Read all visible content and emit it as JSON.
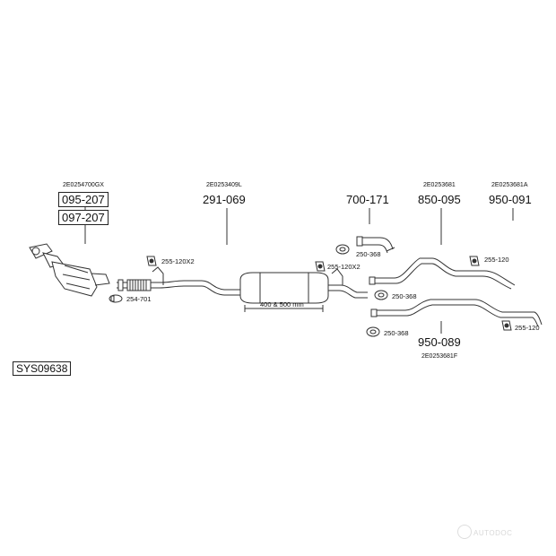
{
  "diagram": {
    "system_code": "SYS09638",
    "groups": [
      {
        "code": "2E0254700GX",
        "parts": [
          "095-207",
          "097-207"
        ]
      },
      {
        "code": "2E0253409L",
        "parts": [
          "291-069"
        ]
      },
      {
        "code": "",
        "parts": [
          "700-171"
        ]
      },
      {
        "code": "2E0253681",
        "parts": [
          "850-095"
        ]
      },
      {
        "code": "2E0253681A",
        "parts": [
          "950-091"
        ]
      },
      {
        "code": "2E0253681F",
        "parts": [
          "950-089"
        ]
      }
    ],
    "clamps": {
      "c1": "255-120X2",
      "c2": "254-701",
      "c3": "255-120X2",
      "c4": "250-368",
      "c5": "250-368",
      "c6": "255-120",
      "c7": "250-368",
      "c8": "255-120"
    },
    "dimension": "400 & 500 mm",
    "watermark": "AUTODOC"
  },
  "colors": {
    "line": "#333333",
    "text": "#111111"
  }
}
